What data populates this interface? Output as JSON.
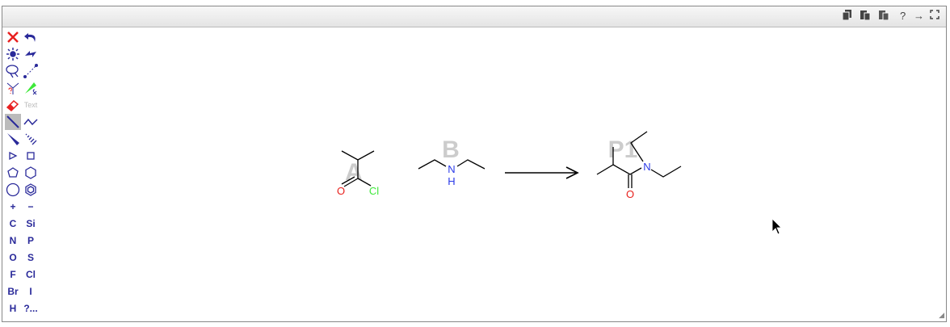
{
  "toolbar_top": {
    "icons": [
      "copy-icon",
      "paste-icon",
      "paste-special-icon",
      "help-icon",
      "arrow-right-icon",
      "fullscreen-icon"
    ],
    "help_label": "?",
    "arrow_label": "→",
    "fullscreen_label": "⛶"
  },
  "tools": {
    "rows": [
      [
        "delete-icon",
        "undo-icon"
      ],
      [
        "clear-icon",
        "redo-icon"
      ],
      [
        "lasso-select-icon",
        "distance-icon"
      ],
      [
        "reaction-map-icon",
        "highlight-icon"
      ],
      [
        "eraser-icon",
        "text-tool-icon"
      ],
      [
        "single-bond-icon",
        "chain-icon"
      ],
      [
        "wedge-bond-icon",
        "hash-bond-icon"
      ],
      [
        "triangle-ring-icon",
        "square-ring-icon"
      ],
      [
        "pentagon-ring-icon",
        "hexagon-ring-icon"
      ],
      [
        "heptagon-ring-icon",
        "benzene-ring-icon"
      ]
    ],
    "text_tool_label": "Text",
    "charge": [
      "+",
      "−"
    ],
    "atoms": [
      [
        "C",
        "Si"
      ],
      [
        "N",
        "P"
      ],
      [
        "O",
        "S"
      ],
      [
        "F",
        "Cl"
      ],
      [
        "Br",
        "I"
      ],
      [
        "H",
        "?..."
      ]
    ]
  },
  "canvas": {
    "reactant_a": {
      "label": "A",
      "atoms": {
        "O": "O",
        "Cl": "Cl"
      }
    },
    "reactant_b": {
      "label": "B",
      "atoms": {
        "N": "N",
        "H": "H"
      }
    },
    "product": {
      "label": "P1",
      "atoms": {
        "N": "N",
        "O": "O"
      }
    },
    "colors": {
      "O": "#e8201c",
      "Cl": "#3ee83a",
      "N": "#2a3ae8",
      "label": "#cccccc",
      "bond": "#000000"
    }
  }
}
